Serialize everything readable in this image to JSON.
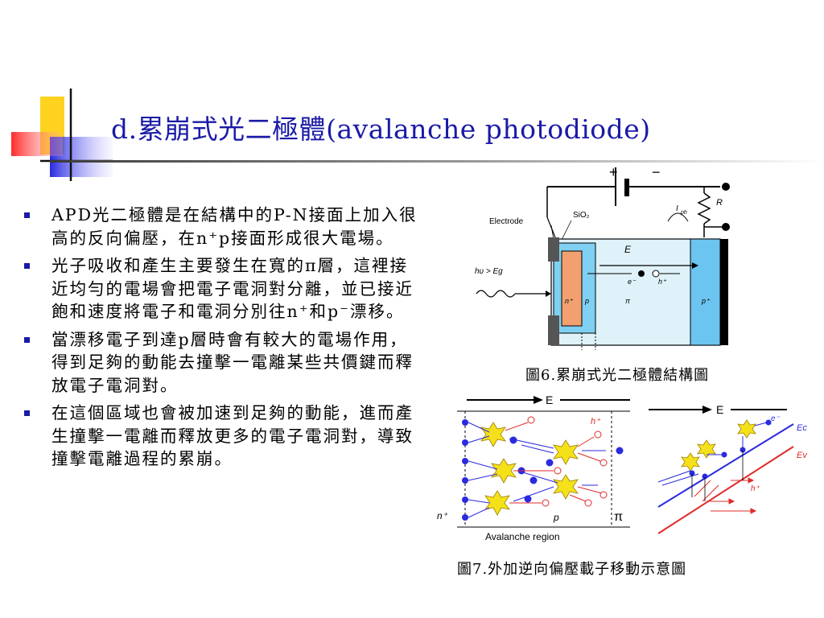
{
  "slide": {
    "title": "d.累崩式光二極體(avalanche photodiode)",
    "bullets": [
      {
        "text": "APD光二極體是在結構中的P-N接面上加入很高的反向偏壓，在n⁺p接面形成很大電場。"
      },
      {
        "text": "光子吸收和產生主要發生在寬的π層，這裡接近均勻的電場會把電子電洞對分離，並已接近飽和速度將電子和電洞分別往n⁺和p⁻漂移。"
      },
      {
        "text": "當漂移電子到達p層時會有較大的電場作用，得到足夠的動能去撞擊一電離某些共價鍵而釋放電子電洞對。"
      },
      {
        "text": "在這個區域也會被加速到足夠的動能，進而產生撞擊一電離而釋放更多的電子電洞對，導致撞擊電離過程的累崩。"
      }
    ],
    "figure6": {
      "caption": "圖6.累崩式光二極體結構圖",
      "labels": {
        "plus": "+",
        "minus": "−",
        "electrode": "Electrode",
        "sio2": "SiO₂",
        "current": "I",
        "current_sub": "ph",
        "resistor": "R",
        "field": "E",
        "photon": "hυ > Eg",
        "n_plus": "n⁺",
        "p": "p",
        "pi": "π",
        "p_plus": "p⁺",
        "electron": "e⁻",
        "hole": "h⁺"
      }
    },
    "figure7": {
      "caption": "圖7.外加逆向偏壓載子移動示意圖",
      "labels": {
        "field_left": "E",
        "field_right": "E",
        "hole": "h⁺",
        "n_plus": "n⁺",
        "p": "p",
        "pi": "π",
        "region": "Avalanche region",
        "ec": "Ec",
        "ev": "Ev",
        "electron": "e⁻",
        "hole_right": "h⁺"
      }
    },
    "colors": {
      "title": "#1a1aa6",
      "bullet": "#1a1aa6",
      "logo_yellow": "#ffd21f",
      "logo_red": "#ff3b3b",
      "logo_blue": "#3a3ae0"
    }
  }
}
